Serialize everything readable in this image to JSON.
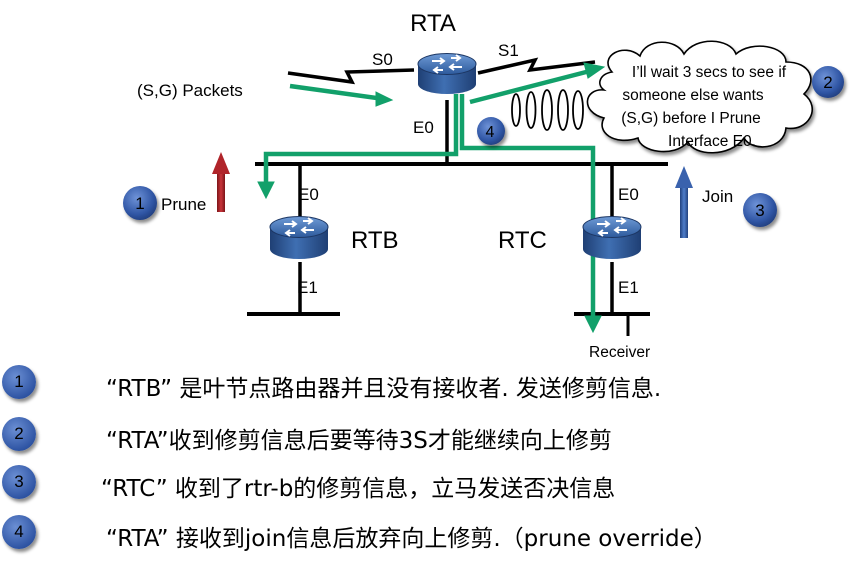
{
  "labels": {
    "rta": "RTA",
    "rtb": "RTB",
    "rtc": "RTC",
    "s0": "S0",
    "s1": "S1",
    "e0_rta": "E0",
    "e0_rtb": "E0",
    "e1_rtb": "E1",
    "e0_rtc": "E0",
    "e1_rtc": "E1",
    "packets": "(S,G) Packets",
    "prune": "Prune",
    "join": "Join",
    "receiver": "Receiver"
  },
  "bubble": {
    "lines": [
      "I’ll wait 3 secs to see if",
      "someone else wants",
      "(S,G) before I Prune",
      "Interface E0."
    ]
  },
  "badges": {
    "b1": "1",
    "b2": "2",
    "b3": "3",
    "b4": "4"
  },
  "notes": [
    {
      "num": "1",
      "text": "“RTB” 是叶节点路由器并且没有接收者. 发送修剪信息."
    },
    {
      "num": "2",
      "text": "“RTA”收到修剪信息后要等待3S才能继续向上修剪"
    },
    {
      "num": "3",
      "text": "“RTC” 收到了rtr-b的修剪信息，立马发送否决信息"
    },
    {
      "num": "4",
      "text": "“RTA” 接收到join信息后放弃向上修剪.（prune override）"
    }
  ],
  "colors": {
    "flow": "#12a06a",
    "prune_arrow": "#b0242a",
    "join_arrow": "#3a62ad",
    "badge": "#2f55a4"
  }
}
